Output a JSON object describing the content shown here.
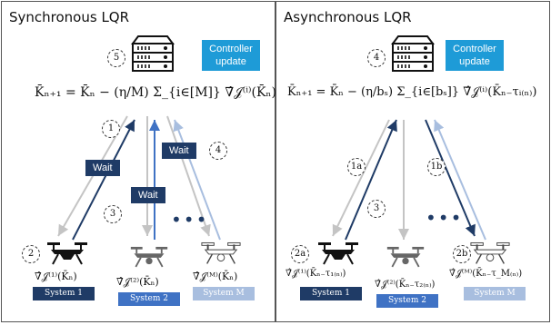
{
  "left": {
    "title": "Synchronous LQR",
    "controller_update": "Controller update",
    "steps": {
      "s1": "1",
      "s3": "3",
      "s4": "4",
      "s5": "5",
      "s2": "2"
    },
    "wait_labels": [
      "Wait",
      "Wait",
      "Wait"
    ],
    "formula": "K̄ₙ₊₁ = K̄ₙ − (η/M) Σ_{i∈[M]} ∇̂𝒥⁽ⁱ⁾(K̄ₙ)",
    "gradients": [
      "∇̂𝒥⁽¹⁾(K̄ₙ)",
      "∇̂𝒥⁽²⁾(K̄ₙ)",
      "∇̂𝒥⁽ᴹ⁾(K̄ₙ)"
    ],
    "systems": [
      "System 1",
      "System 2",
      "System M"
    ]
  },
  "right": {
    "title": "Asynchronous LQR",
    "controller_update": "Controller update",
    "steps": {
      "s4": "4",
      "s1a": "1a",
      "s1b": "1b",
      "s3": "3",
      "s2a": "2a",
      "s2b": "2b"
    },
    "formula": "K̄ₙ₊₁ = K̄ₙ − (η/bₛ) Σ_{i∈[bₛ]} ∇̂𝒥⁽ⁱ⁾(K̄ₙ₋τᵢ₍ₙ₎)",
    "gradients": [
      "∇̂𝒥⁽¹⁾(K̄ₙ₋τ₁₍ₙ₎)",
      "∇̂𝒥⁽²⁾(K̄ₙ₋τ₂₍ₙ₎)",
      "∇̂𝒥⁽ᴹ⁾(K̄ₙ₋τ_M₍ₙ₎)"
    ],
    "systems": [
      "System 1",
      "System 2",
      "System M"
    ]
  },
  "colors": {
    "dark_blue": "#1f3b66",
    "mid_blue": "#3f72c4",
    "light_blue": "#a8bedf",
    "gray_arrow": "#c4c4c4",
    "controller_update_bg": "#1e9bd7"
  },
  "icons": [
    "server-icon",
    "drone-icon"
  ]
}
